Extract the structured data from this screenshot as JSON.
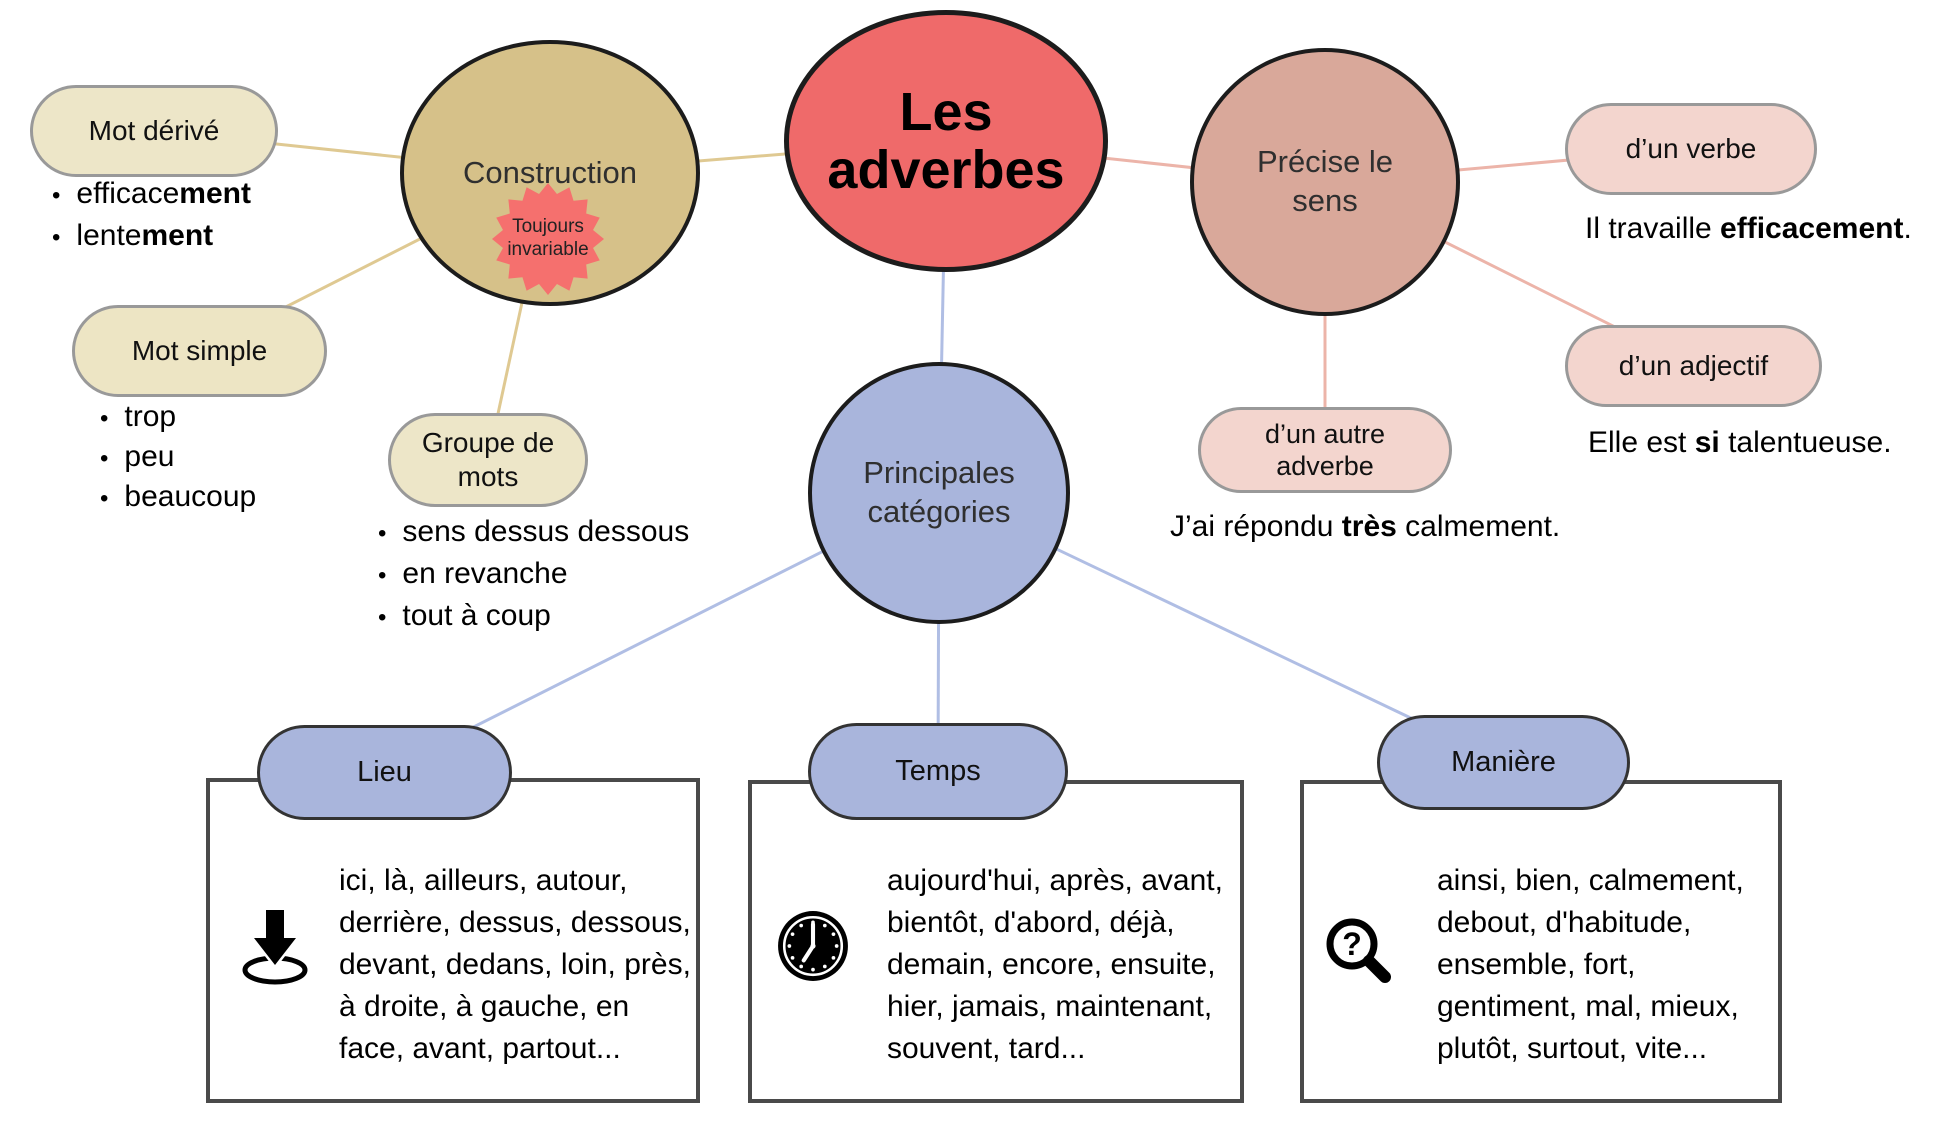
{
  "title": "Les adverbes",
  "colors": {
    "central_node": "#EF6A6A",
    "badge": "#F5706E",
    "construction_node": "#D6C189",
    "construction_pill": "#EDE6C8",
    "construction_link": "#DFC992",
    "precise_node": "#D9A89A",
    "precise_pill": "#F3D5CE",
    "precise_link": "#ECB4A9",
    "categories_node": "#A9B5DC",
    "categories_pill": "#A9B5DC",
    "categories_link": "#B0BEE4",
    "node_border": "#1C1C1C",
    "pill_border": "#999999",
    "box_border": "#4A4A4A"
  },
  "construction": {
    "label": "Construction",
    "badge": "Toujours invariable",
    "derived": {
      "label": "Mot dérivé",
      "items": [
        {
          "pre": "efficace",
          "bold": "ment"
        },
        {
          "pre": "lente",
          "bold": "ment"
        }
      ]
    },
    "simple": {
      "label": "Mot simple",
      "items": [
        {
          "pre": "trop"
        },
        {
          "pre": "peu"
        },
        {
          "pre": "beaucoup"
        }
      ]
    },
    "group": {
      "label": "Groupe de mots",
      "items": [
        {
          "pre": "sens dessus dessous"
        },
        {
          "pre": "en revanche"
        },
        {
          "pre": "tout à coup"
        }
      ]
    }
  },
  "precise": {
    "label": "Précise le sens",
    "verb": {
      "label": "d’un verbe",
      "example": {
        "pre": "Il travaille ",
        "bold": "efficacement",
        "post": "."
      }
    },
    "adjective": {
      "label": "d’un adjectif",
      "example": {
        "pre": "Elle est ",
        "bold": "si",
        "post": " talentueuse."
      }
    },
    "adverb": {
      "label": "d’un autre adverbe",
      "example": {
        "pre": "J’ai répondu ",
        "bold": "très",
        "post": " calmement."
      }
    }
  },
  "categories": {
    "label": "Principales catégories",
    "lieu": {
      "label": "Lieu",
      "icon": "drop-location-icon",
      "lines": [
        "ici, là, ailleurs, autour,",
        "derrière, dessus, dessous,",
        "devant, dedans, loin, près,",
        "à droite, à gauche, en",
        "face, avant, partout..."
      ]
    },
    "temps": {
      "label": "Temps",
      "icon": "clock-icon",
      "lines": [
        "aujourd'hui, après, avant,",
        "bientôt, d'abord, déjà,",
        "demain, encore, ensuite,",
        "hier, jamais, maintenant,",
        "souvent, tard..."
      ]
    },
    "maniere": {
      "label": "Manière",
      "icon": "question-magnifier-icon",
      "lines": [
        "ainsi, bien, calmement,",
        "debout, d'habitude,",
        "ensemble, fort,",
        "gentiment, mal, mieux,",
        "plutôt, surtout, vite..."
      ]
    }
  }
}
